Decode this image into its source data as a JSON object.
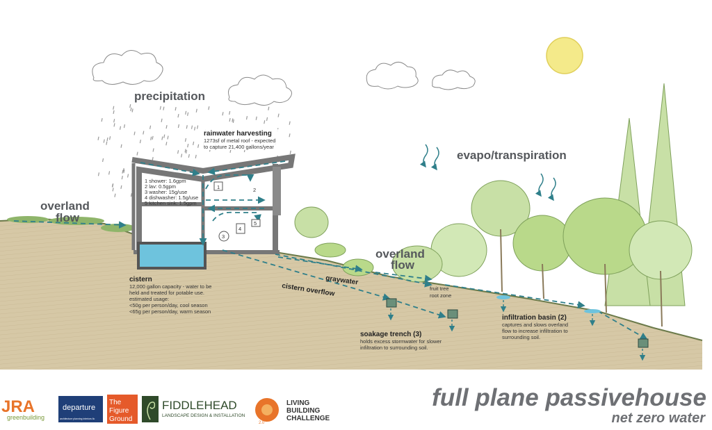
{
  "labels": {
    "precipitation": "precipitation",
    "evapo": "evapo/transpiration",
    "overland_left_1": "overland",
    "overland_left_2": "flow",
    "overland_mid_1": "overland",
    "overland_mid_2": "flow",
    "graywater": "graywater",
    "cistern_overflow": "cistern overflow",
    "fruit_tree_1": "fruit tree",
    "fruit_tree_2": "root zone"
  },
  "rainwater": {
    "title": "rainwater harvesting",
    "lines": [
      "1273sf of metal roof - expected",
      "to capture 21,400 gallons/year"
    ]
  },
  "fixtures": {
    "lines": [
      "1 shower: 1.6gpm",
      "2 lav: 0.5gpm",
      "3 washer: 15g/use",
      "4 dishwasher: 1.5g/use",
      "5 kitchen sink: 1.5gpm"
    ],
    "marks": [
      "1",
      "2",
      "3",
      "4",
      "5"
    ]
  },
  "cistern": {
    "title": "cistern",
    "lines": [
      "12,000 gallon capacity - water to be",
      "held and treated for potable use.",
      "estimated usage:",
      "<50g per person/day, cool season",
      "<65g per person/day, warm season"
    ]
  },
  "soakage": {
    "title": "soakage trench (3)",
    "lines": [
      "holds excess stormwater for slower",
      "infiltration to surrounding soil."
    ]
  },
  "infiltration": {
    "title": "infiltration basin (2)",
    "lines": [
      "captures and slows overland",
      "flow to increase infiltration to",
      "surrounding soil."
    ]
  },
  "title": {
    "main": "full plane passivehouse",
    "sub": "net zero water"
  },
  "logos": {
    "jra_1": "JRA",
    "jra_2": "greenbuilding",
    "departure_1": "departure",
    "departure_2": "architecture  planning  interiors  llc",
    "figure_1": "The",
    "figure_2": "Figure",
    "figure_3": "Ground",
    "fiddlehead_1": "FIDDLEHEAD",
    "fiddlehead_2": "LANDSCAPE DESIGN & INSTALLATION",
    "lbc_1": "LIVING",
    "lbc_2": "BUILDING",
    "lbc_3": "CHALLENGE",
    "lbc_4": "2.0"
  },
  "colors": {
    "ground": "#d6c8a6",
    "water": "#6ec3dd",
    "arrow": "#2f7f8a",
    "sun": "#f4ea8a",
    "foliage": "#b9d98a",
    "text_gray": "#55585c"
  }
}
